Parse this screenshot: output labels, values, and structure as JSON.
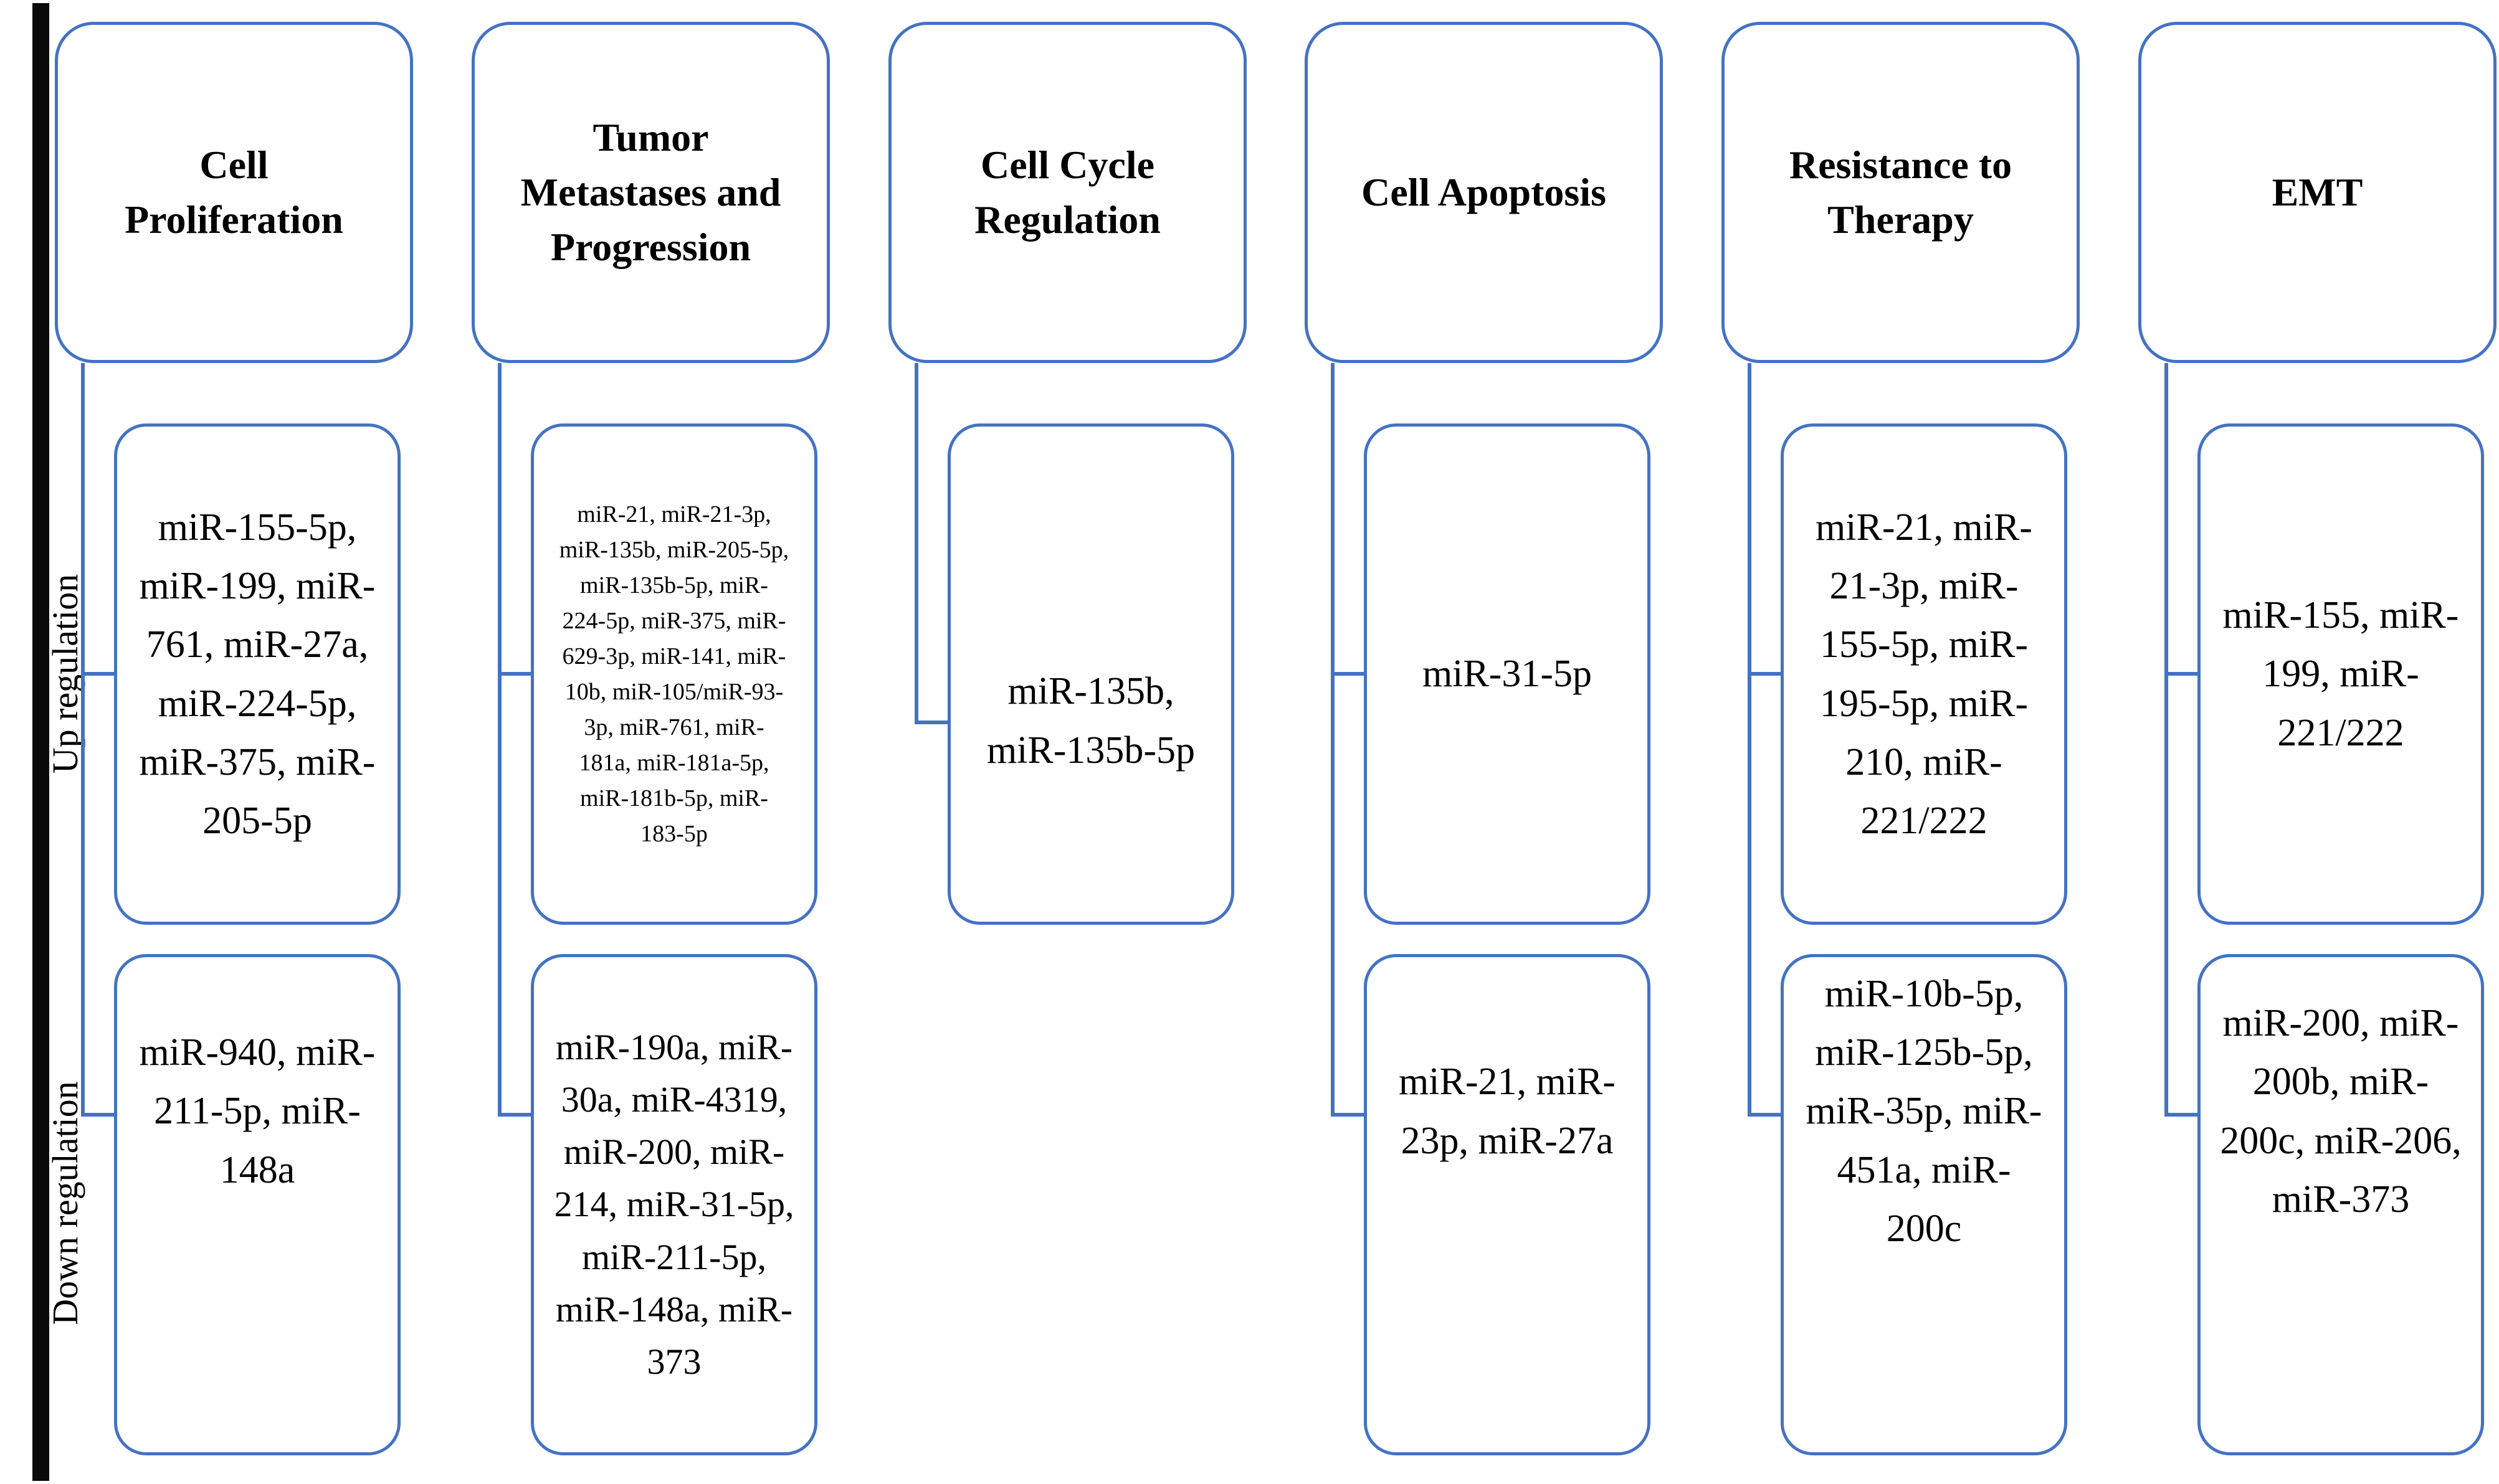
{
  "diagram": {
    "type": "category-regulation-diagram",
    "accent_border_color": "#4472C4",
    "text_color": "#000000",
    "background_color": "#FFFFFF",
    "row_labels": [
      {
        "id": "up",
        "label": "Up regulation"
      },
      {
        "id": "down",
        "label": "Down regulation"
      }
    ],
    "columns": [
      {
        "title": "Cell Proliferation",
        "up": "miR-155-5p, miR-199, miR-761, miR-27a, miR-224-5p, miR-375, miR-205-5p",
        "down": "miR-940, miR-211-5p, miR-148a"
      },
      {
        "title": "Tumor Metastases and Progression",
        "up": "miR-21, miR-21-3p, miR-135b, miR-205-5p, miR-135b-5p, miR-224-5p, miR-375, miR-629-3p, miR-141, miR-10b, miR-105/miR-93-3p, miR-761, miR-181a, miR-181a-5p, miR-181b-5p, miR-183-5p",
        "down": "miR-190a, miR-30a, miR-4319, miR-200, miR-214, miR-31-5p, miR-211-5p, miR-148a, miR-373"
      },
      {
        "title": "Cell Cycle Regulation",
        "up": "miR-135b, miR-135b-5p",
        "down": null
      },
      {
        "title": "Cell Apoptosis",
        "up": "miR-31-5p",
        "down": "miR-21, miR-23p, miR-27a"
      },
      {
        "title": "Resistance to Therapy",
        "up": "miR-21, miR-21-3p, miR-155-5p, miR-195-5p, miR-210, miR-221/222",
        "down": "miR-10b-5p, miR-125b-5p, miR-35p, miR-451a, miR-200c"
      },
      {
        "title": "EMT",
        "up": "miR-155, miR-199, miR-221/222",
        "down": "miR-200, miR-200b, miR-200c, miR-206, miR-373"
      }
    ]
  }
}
